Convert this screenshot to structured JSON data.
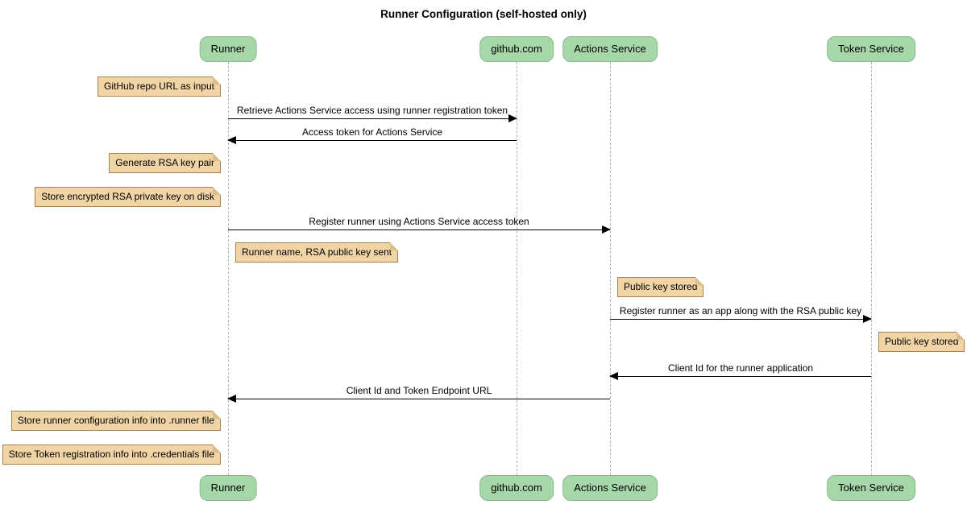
{
  "diagram": {
    "type": "sequence-diagram",
    "title": "Runner Configuration (self-hosted only)"
  },
  "colors": {
    "background": "#FFFFFF",
    "participant_fill": "#A6D7A8",
    "participant_border": "#8CBA8E",
    "note_fill": "#F0D4A6",
    "note_border": "#A6824D",
    "lifeline": "#B4B4B4",
    "arrow": "#000000",
    "text": "#000000"
  },
  "participants": [
    {
      "name": "Runner"
    },
    {
      "name": "github.com"
    },
    {
      "name": "Actions Service"
    },
    {
      "name": "Token Service"
    }
  ],
  "messages": [
    {
      "from": "Runner",
      "to": "github.com",
      "direction": "right",
      "label": "Retrieve Actions Service access using runner registration token"
    },
    {
      "from": "github.com",
      "to": "Runner",
      "direction": "left",
      "label": "Access token for Actions Service"
    },
    {
      "from": "Runner",
      "to": "Actions Service",
      "direction": "right",
      "label": "Register runner using Actions Service access token"
    },
    {
      "from": "Actions Service",
      "to": "Token Service",
      "direction": "right",
      "label": "Register runner as an app along with the RSA public key"
    },
    {
      "from": "Token Service",
      "to": "Actions Service",
      "direction": "left",
      "label": "Client Id for the runner application"
    },
    {
      "from": "Actions Service",
      "to": "Runner",
      "direction": "left",
      "label": "Client Id and Token Endpoint URL"
    }
  ],
  "notes": [
    {
      "text": "GitHub repo URL as input",
      "position": "left of Runner"
    },
    {
      "text": "Generate RSA key pair",
      "position": "left of Runner"
    },
    {
      "text": "Store encrypted RSA private key on disk",
      "position": "left of Runner"
    },
    {
      "text": "Runner name, RSA public key sent",
      "position": "right of Runner"
    },
    {
      "text": "Public key stored",
      "position": "right of Actions Service"
    },
    {
      "text": "Public key stored",
      "position": "right of Token Service"
    },
    {
      "text": "Store runner configuration info into .runner file",
      "position": "left of Runner"
    },
    {
      "text": "Store Token registration info into .credentials file",
      "position": "left of Runner"
    }
  ]
}
